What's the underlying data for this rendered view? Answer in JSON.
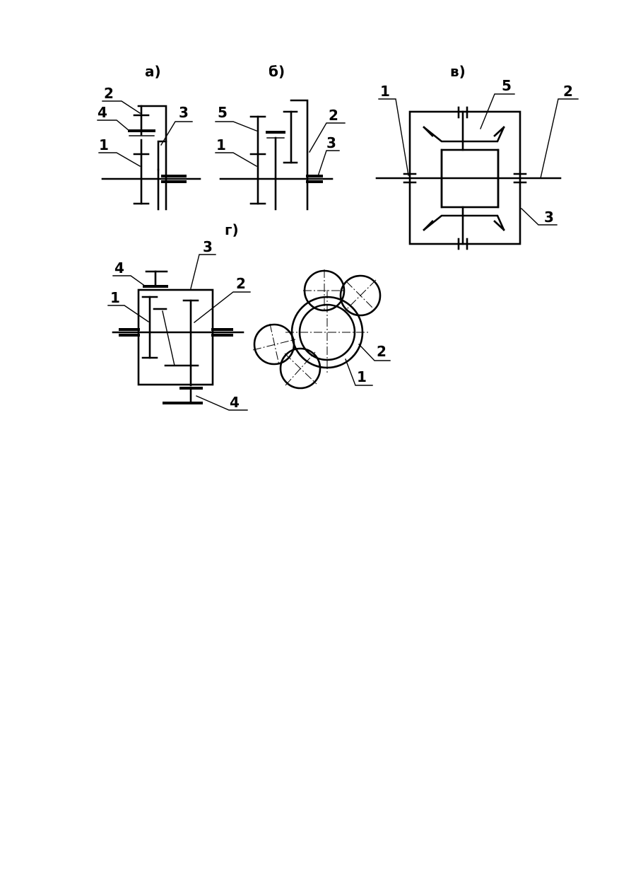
{
  "schemes": {
    "a": {
      "caption": "а)",
      "labels": [
        "2",
        "4",
        "3",
        "1"
      ]
    },
    "b": {
      "caption": "б)",
      "labels": [
        "5",
        "2",
        "1",
        "3"
      ]
    },
    "v": {
      "caption": "в)",
      "labels": [
        "1",
        "5",
        "2",
        "3"
      ]
    },
    "g": {
      "caption": "г)",
      "labels": [
        "3",
        "4",
        "2",
        "1",
        "4"
      ],
      "view_labels": [
        "2",
        "1"
      ]
    }
  },
  "colors": {
    "ink": "#000000",
    "paper": "#ffffff"
  }
}
